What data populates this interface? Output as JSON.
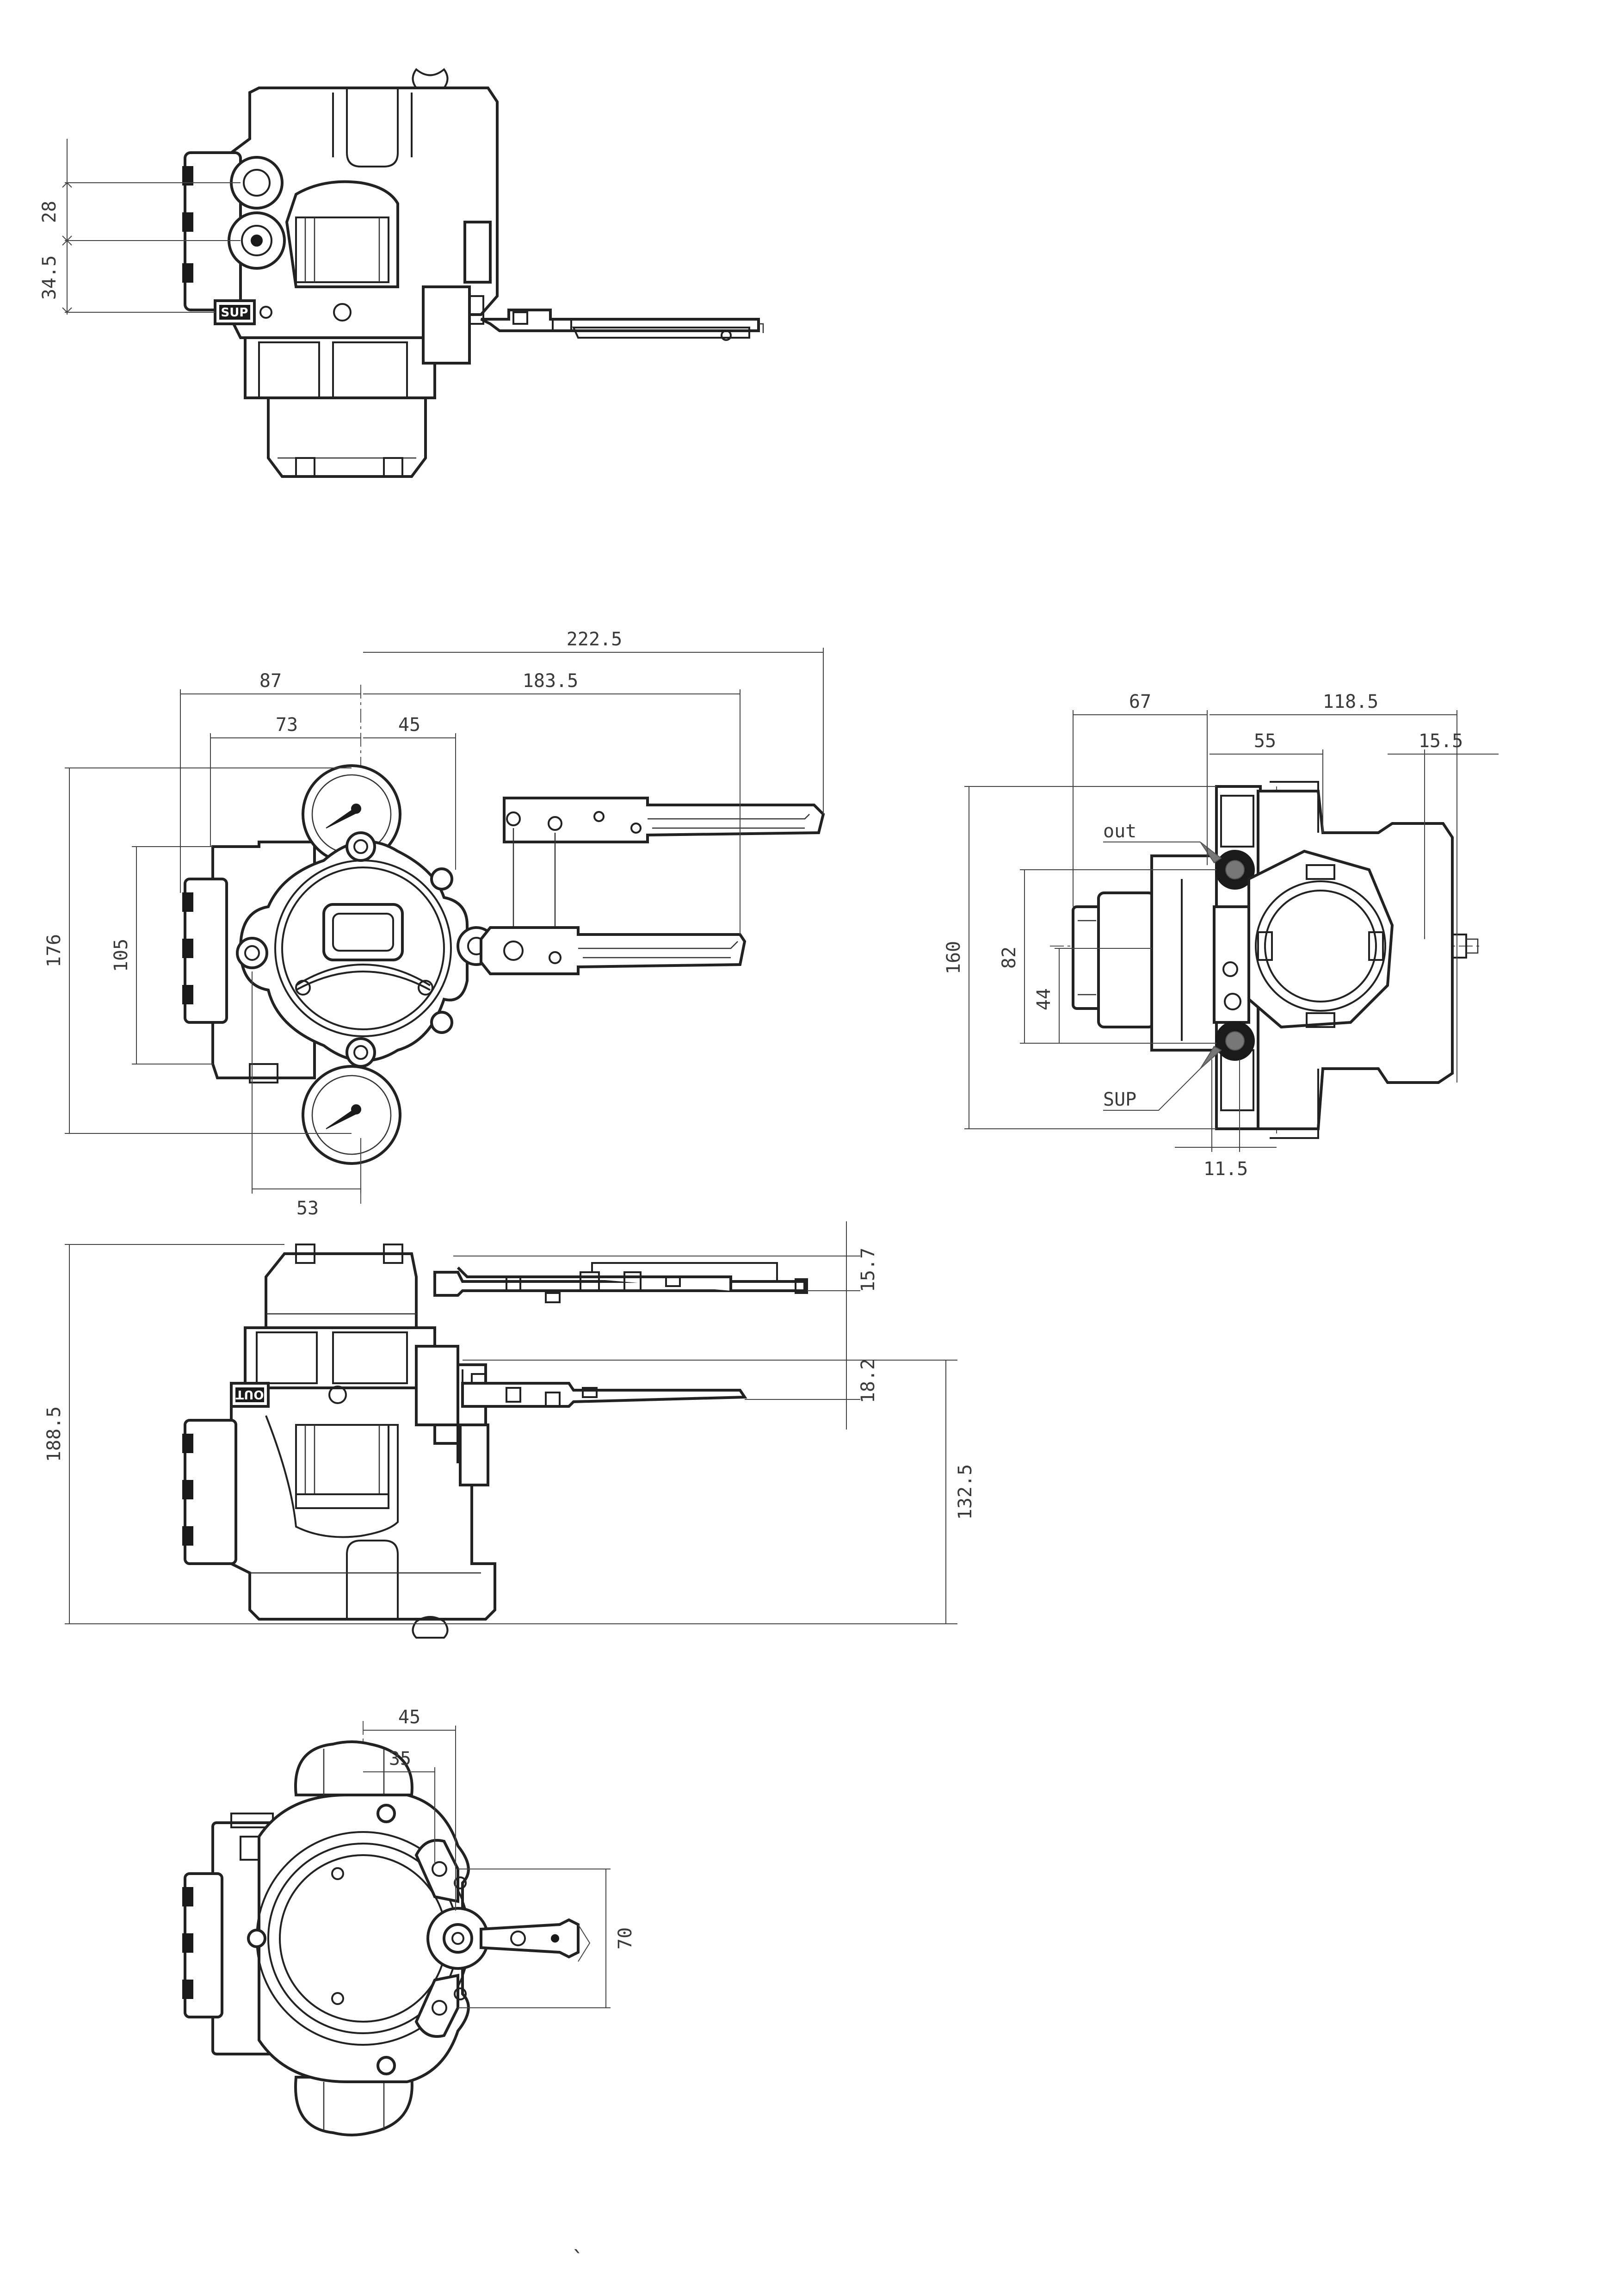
{
  "top_view": {
    "dims": [
      "28",
      "34.5"
    ],
    "port_tag": "SUP"
  },
  "front_view": {
    "dims": [
      "222.5",
      "87",
      "183.5",
      "73",
      "45",
      "176",
      "105",
      "53"
    ]
  },
  "side_view": {
    "dims": [
      "67",
      "118.5",
      "55",
      "15.5",
      "160",
      "82",
      "44",
      "11.5"
    ],
    "callouts": {
      "out": "out",
      "sup": "SUP"
    }
  },
  "bottom_view": {
    "dims": [
      "15.7",
      "18.2",
      "188.5",
      "132.5"
    ],
    "port_tag": "OUT"
  },
  "rear_view": {
    "dims": [
      "45",
      "35",
      "70"
    ]
  },
  "footer_mark": "`"
}
